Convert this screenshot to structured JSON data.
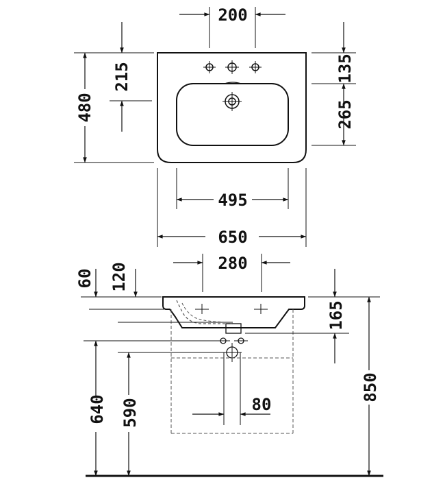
{
  "colors": {
    "line": "#111111",
    "hidden": "#555555",
    "background": "#ffffff"
  },
  "plan_view": {
    "faucet_hole_spacing": "200",
    "depth_to_faucet": "215",
    "overall_depth": "480",
    "rear_offset": "135",
    "bowl_depth": "265",
    "bowl_width": "495",
    "overall_width": "650"
  },
  "elevation_view": {
    "rim_thickness": "60",
    "basin_height": "120",
    "mount_spacing": "280",
    "bowl_drop": "165",
    "waste_height": "640",
    "trap_height": "590",
    "rim_height": "850",
    "trap_offset": "80"
  }
}
